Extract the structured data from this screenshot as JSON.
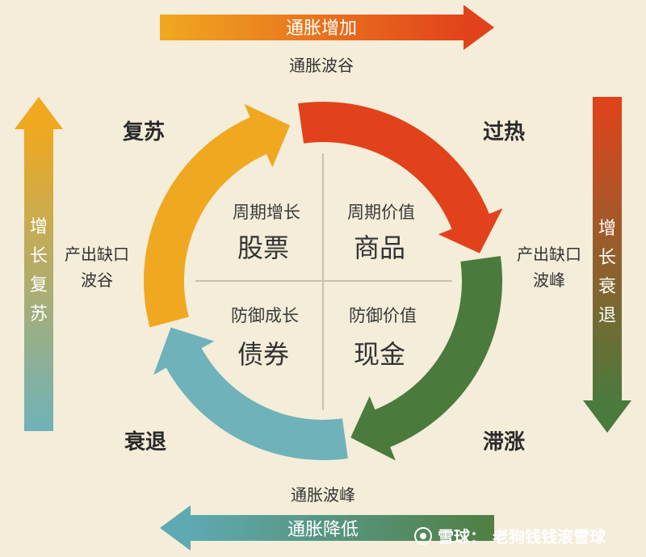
{
  "top": {
    "arrow_label": "通胀增加",
    "caption": "通胀波谷"
  },
  "bottom": {
    "caption": "通胀波峰",
    "arrow_label": "通胀降低"
  },
  "left": {
    "chars": [
      "增",
      "长",
      "复",
      "苏"
    ],
    "note_line1": "产出缺口",
    "note_line2": "波谷"
  },
  "right": {
    "chars": [
      "增",
      "长",
      "衰",
      "退"
    ],
    "note_line1": "产出缺口",
    "note_line2": "波峰"
  },
  "phases": {
    "recovery": "复苏",
    "overheat": "过热",
    "stagflation": "滞涨",
    "recession": "衰退"
  },
  "quadrants": {
    "top_left": {
      "subtitle": "周期增长",
      "asset": "股票"
    },
    "top_right": {
      "subtitle": "周期价值",
      "asset": "商品"
    },
    "bottom_left": {
      "subtitle": "防御成长",
      "asset": "债券"
    },
    "bottom_right": {
      "subtitle": "防御价值",
      "asset": "现金"
    }
  },
  "watermark": {
    "prefix": "雪球：",
    "text": "老狗钱钱滚雪球"
  },
  "colors": {
    "background": "#f3edd9",
    "recovery": "#f0a820",
    "overheat": "#e2421b",
    "stagflation": "#4a7a3c",
    "recession": "#6fb2ba"
  }
}
